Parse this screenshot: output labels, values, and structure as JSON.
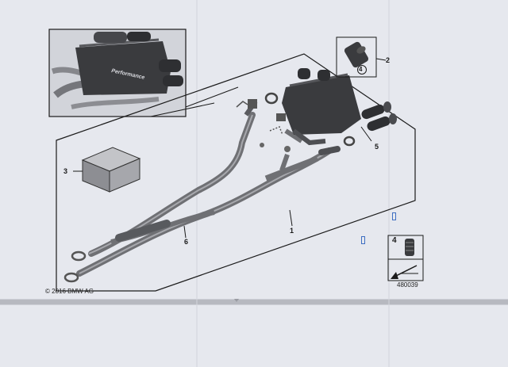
{
  "diagram": {
    "callouts": {
      "c1": "1",
      "c2": "2",
      "c3": "3",
      "c4": "4",
      "c5": "5",
      "c6": "6"
    },
    "tube_ref": "4",
    "key_ref": "4",
    "copyright": "© 2016 BMW AG",
    "catalog_number": "480039",
    "brand_text": "Performance",
    "colors": {
      "paper": "#e6e8ee",
      "line": "#1b1b1b",
      "pipe": "#6f7074",
      "muffler": "#3a3b3e",
      "marker": "#3f6fc2"
    }
  }
}
